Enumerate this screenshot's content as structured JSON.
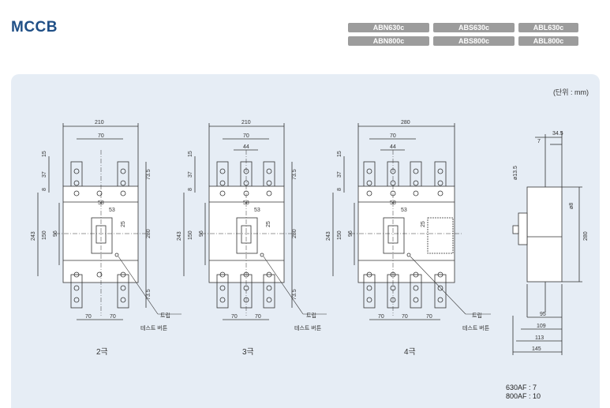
{
  "title": "MCCB",
  "models": [
    "ABN630c",
    "ABS630c",
    "ABL630c",
    "ABN800c",
    "ABS800c",
    "ABL800c"
  ],
  "unit": "(단위 : mm)",
  "views": [
    {
      "caption": "2극",
      "width": "210",
      "top_w": "70",
      "pitch": [
        "70",
        "70"
      ]
    },
    {
      "caption": "3극",
      "width": "210",
      "top_w": "70",
      "pitch": [
        "70",
        "70"
      ]
    },
    {
      "caption": "4극",
      "width": "280",
      "top_w": "70",
      "pitch": [
        "70",
        "70",
        "70"
      ]
    }
  ],
  "dims": {
    "d15": "15",
    "d37": "37",
    "d8": "8",
    "d243": "243",
    "d150": "150",
    "d96": "96",
    "d280": "280",
    "d735": "73.5",
    "d44": "44",
    "d58": "58",
    "d53": "53",
    "d25": "25",
    "d345": "34.5",
    "d7": "7",
    "d135": "ø13.5",
    "dphi8": "ø8",
    "d95": "95",
    "d109": "109",
    "d113": "113",
    "d145": "145"
  },
  "labels": {
    "trip": "트립",
    "test": "테스트 버튼"
  },
  "notes": [
    "630AF : 7",
    "800AF : 10"
  ]
}
